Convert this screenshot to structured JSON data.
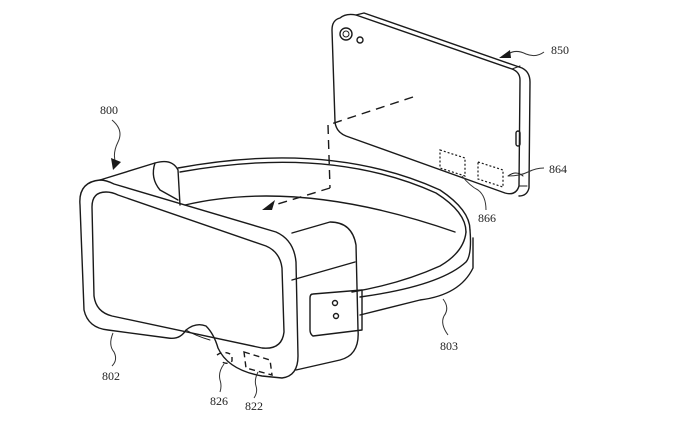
{
  "figure": {
    "description": "Patent line drawing of a head-mounted device with removable portable electronic device",
    "colors": {
      "line": "#1a1a1a",
      "background": "#ffffff"
    }
  },
  "labels": {
    "head_mounted_device": "800",
    "front_housing": "802",
    "strap": "803",
    "component_826": "826",
    "component_822": "822",
    "portable_device": "850",
    "component_864": "864",
    "component_866": "866"
  }
}
